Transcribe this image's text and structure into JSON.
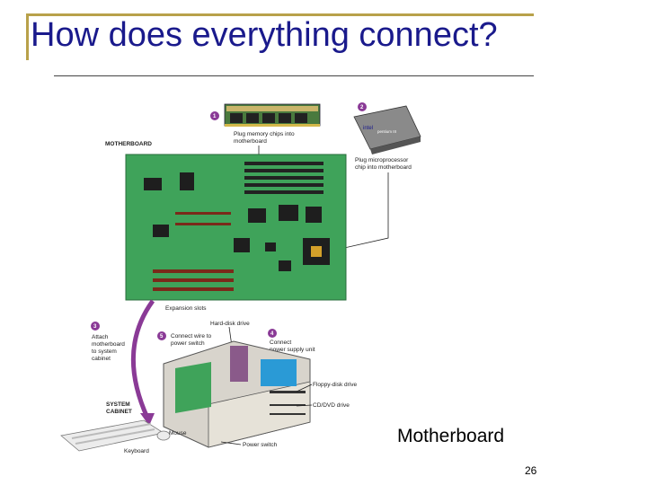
{
  "slide": {
    "title": "How does everything connect?",
    "caption": "Motherboard",
    "page_number": "26"
  },
  "diagram": {
    "motherboard_heading": "MOTHERBOARD",
    "system_cabinet_heading": [
      "SYSTEM",
      "CABINET"
    ],
    "steps": [
      {
        "number": "1",
        "text": [
          "Plug memory chips into",
          "motherboard"
        ]
      },
      {
        "number": "2",
        "text": [
          "Plug microprocessor",
          "chip into motherboard"
        ]
      },
      {
        "number": "3",
        "text": [
          "Attach",
          "motherboard",
          "to system",
          "cabinet"
        ]
      },
      {
        "number": "4",
        "text": [
          "Connect",
          "power supply unit"
        ]
      },
      {
        "number": "5",
        "text": [
          "Connect wire to",
          "power switch"
        ]
      }
    ],
    "labels": {
      "expansion_slots": "Expansion slots",
      "hard_disk_drive": "Hard-disk drive",
      "floppy_disk_drive": "Floppy-disk drive",
      "cd_dvd_drive": "CD/DVD drive",
      "mouse": "Mouse",
      "keyboard": "Keyboard",
      "power_switch": "Power switch",
      "cpu_brand": "intel",
      "cpu_model": "pentium III"
    },
    "colors": {
      "board_green": "#3fa35a",
      "step_purple": "#8a3a96",
      "title_blue": "#1a1a8c",
      "accent_gold": "#b8a14a"
    }
  }
}
